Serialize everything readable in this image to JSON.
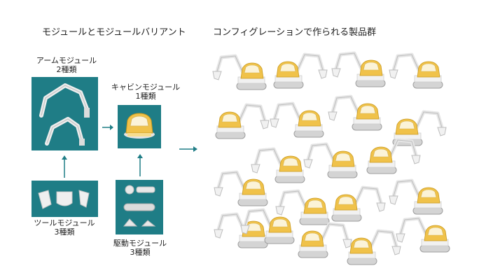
{
  "headings": {
    "left": "モジュールとモジュールバリアント",
    "right": "コンフィグレーションで作られる製品群"
  },
  "modules": {
    "arm": {
      "name": "アームモジュール",
      "count": "2種類"
    },
    "cabin": {
      "name": "キャビンモジュール",
      "count": "1種類"
    },
    "tool": {
      "name": "ツールモジュール",
      "count": "3種類"
    },
    "drive": {
      "name": "駆動モジュール",
      "count": "3種類"
    }
  },
  "colors": {
    "module_bg": "#1f7d86",
    "cabin_yellow": "#f0c24a",
    "body_white": "#f1f1f1",
    "arrow": "#1f7d86"
  },
  "products": {
    "count": 20
  }
}
